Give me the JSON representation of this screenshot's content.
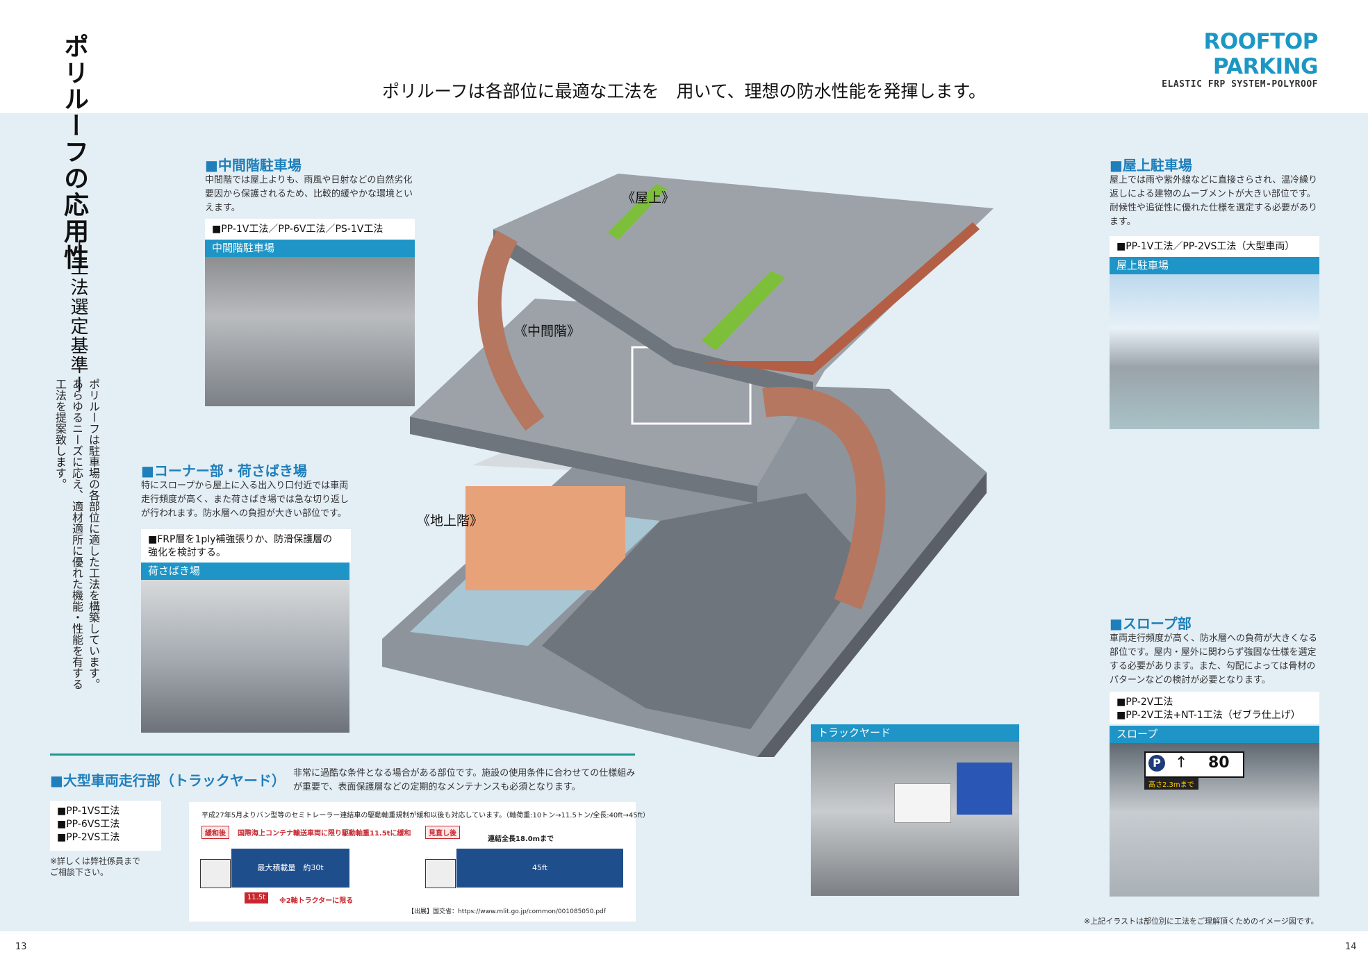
{
  "page_title_vertical": "ポリルーフの応用性",
  "page_subtitle_vertical": "ー工法選定基準ー",
  "intro_vertical": "ポリルーフは駐車場の各部位に適した工法を構築しています。あらゆるニーズに応え、適材適所に優れた機能・性能を有する工法を提案致します。",
  "brand": {
    "main": "ROOFTOP PARKING",
    "sub": "ELASTIC FRP SYSTEM-POLYROOF"
  },
  "headline": "ポリルーフは各部位に最適な工法を　用いて、理想の防水性能を発揮します。",
  "levels": {
    "roof": "《屋上》",
    "middle": "《中間階》",
    "ground": "《地上階》"
  },
  "sections": {
    "middle": {
      "title": "■中間階駐車場",
      "desc": "中間階では屋上よりも、雨風や日射などの自然劣化要因から保護されるため、比較的緩やかな環境といえます。",
      "spec": "■PP-1V工法／PP-6V工法／PS-1V工法",
      "photo_caption": "中間階駐車場"
    },
    "roof": {
      "title": "■屋上駐車場",
      "desc": "屋上では雨や紫外線などに直接さらされ、温冷繰り返しによる建物のムーブメントが大きい部位です。耐候性や追従性に優れた仕様を選定する必要があります。",
      "spec": "■PP-1V工法／PP-2VS工法（大型車両）",
      "photo_caption": "屋上駐車場"
    },
    "corner": {
      "title": "■コーナー部・荷さばき場",
      "desc": "特にスロープから屋上に入る出入り口付近では車両走行頻度が高く、また荷さばき場では急な切り返しが行われます。防水層への負担が大きい部位です。",
      "spec": "■FRP層を1ply補強張りか、防滑保護層の　強化を検討する。",
      "photo_caption": "荷さばき場"
    },
    "slope": {
      "title": "■スロープ部",
      "desc": "車両走行頻度が高く、防水層への負荷が大きくなる部位です。屋内・屋外に関わらず強固な仕様を選定する必要があります。また、勾配によっては骨材のパターンなどの検討が必要となります。",
      "spec_lines": [
        "■PP-2V工法",
        "■PP-2V工法+NT-1工法（ゼブラ仕上げ）"
      ],
      "photo_caption": "スロープ"
    },
    "truckyard": {
      "title": "■大型車両走行部（トラックヤード）",
      "desc": "非常に過酷な条件となる場合がある部位です。施設の使用条件に合わせての仕様組みが重要で、表面保護層などの定期的なメンテナンスも必須となります。",
      "spec_lines": [
        "■PP-1VS工法",
        "■PP-6VS工法",
        "■PP-2VS工法"
      ],
      "contact_note": "※詳しくは弊社係員まで　ご相談下さい。",
      "photo_caption": "トラックヤード"
    }
  },
  "regulation": {
    "top": "平成27年5月よりバン型等のセミトレーラー連結車の駆動軸重規制が緩和以後も対応しています。（軸荷重:10トン→11.5トン/全長:40ft→45ft）",
    "after_tag": "緩和後",
    "after_text": "国際海上コンテナ輸送車両に限り駆動軸重11.5tに緩和",
    "review_tag": "見直し後",
    "length_text": "連結全長18.0mまで",
    "left_container": "最大積載量　約30t",
    "right_container": "45ft",
    "weight_label": "11.5t",
    "tractor_note": "※2軸トラクターに限る",
    "source": "【出展】国交省：https://www.mlit.go.jp/common/001085050.pdf"
  },
  "slope_sign": {
    "clearance": "高さ2.3mまで",
    "number": "80"
  },
  "illustration_note": "※上記イラストは部位別に工法をご理解頂くためのイメージ図です。",
  "page_numbers": {
    "left": "13",
    "right": "14"
  },
  "colors": {
    "accent_blue": "#1e95c6",
    "title_blue": "#1f7fba",
    "panel_bg": "#e4eef5",
    "divider_teal": "#1a9a8f"
  }
}
